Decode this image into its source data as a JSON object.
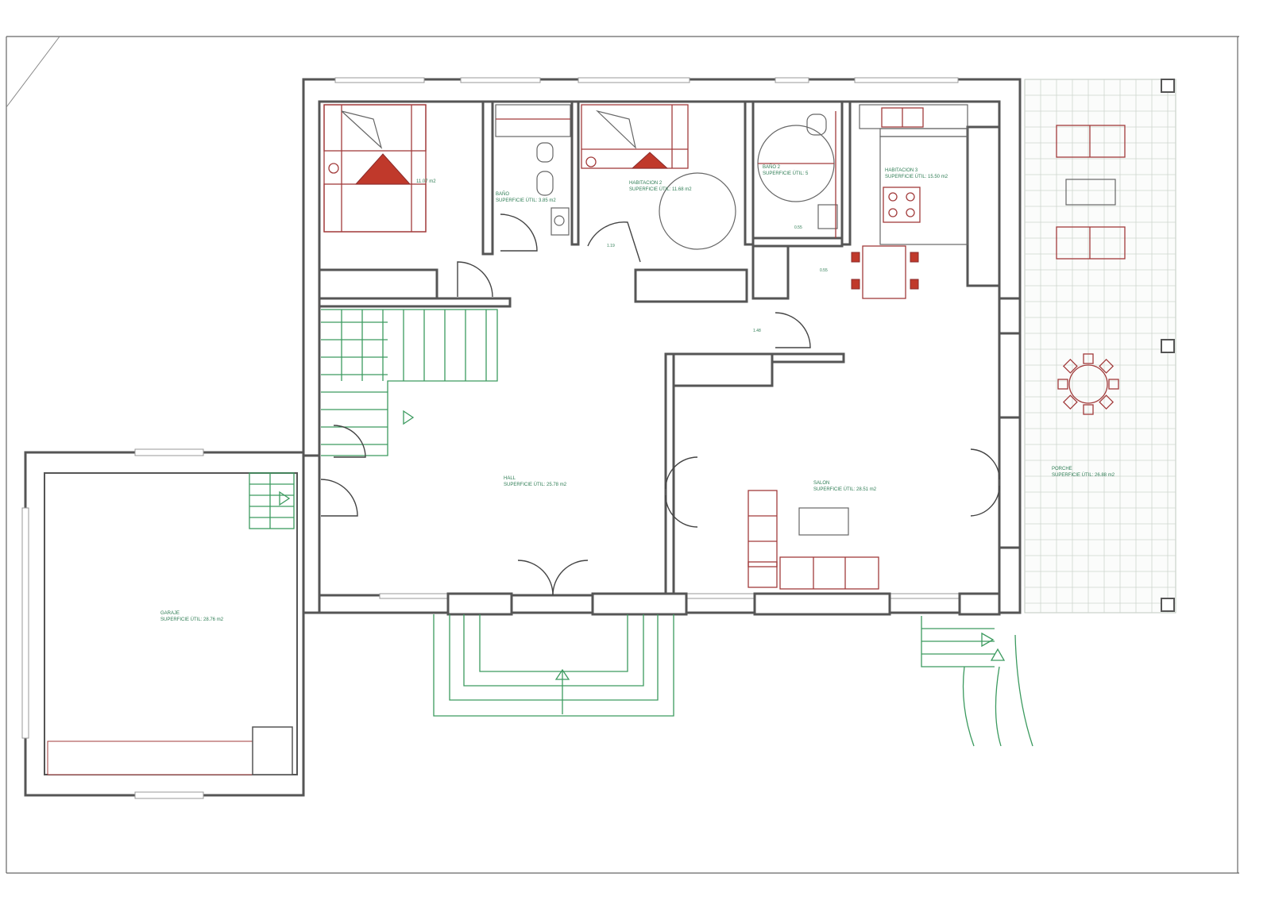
{
  "rooms": {
    "dormitorio": {
      "name": "",
      "area": "11.07 m2"
    },
    "bano1": {
      "name": "BAÑO",
      "area": "SUPERFICIE ÚTIL: 3.85 m2"
    },
    "hab2": {
      "name": "HABITACION 2",
      "area": "SUPERFICIE ÚTIL: 11.68 m2"
    },
    "bano2": {
      "name": "BAÑO 2",
      "area": "SUPERFICIE ÚTIL: 5"
    },
    "cocina": {
      "name": "HABITACION 3",
      "area": "SUPERFICIE ÚTIL: 15.50 m2"
    },
    "hall": {
      "name": "HALL",
      "area": "SUPERFICIE ÚTIL: 25.78 m2"
    },
    "salon": {
      "name": "SALON",
      "area": "SUPERFICIE ÚTIL: 28.51 m2"
    },
    "garaje": {
      "name": "GARAJE",
      "area": "SUPERFICIE ÚTIL: 28.76 m2"
    },
    "porche": {
      "name": "PORCHE",
      "area": "SUPERFICIE ÚTIL: 26.88 m2"
    }
  },
  "dims": {
    "d1": "1.19",
    "d2": "0.55",
    "d3": "0.55",
    "d4": "1.48"
  },
  "colors": {
    "wall": "#555555",
    "furniture": "#a23b3b",
    "stairs": "#3c9a5f",
    "grid": "#cfd6cf"
  }
}
